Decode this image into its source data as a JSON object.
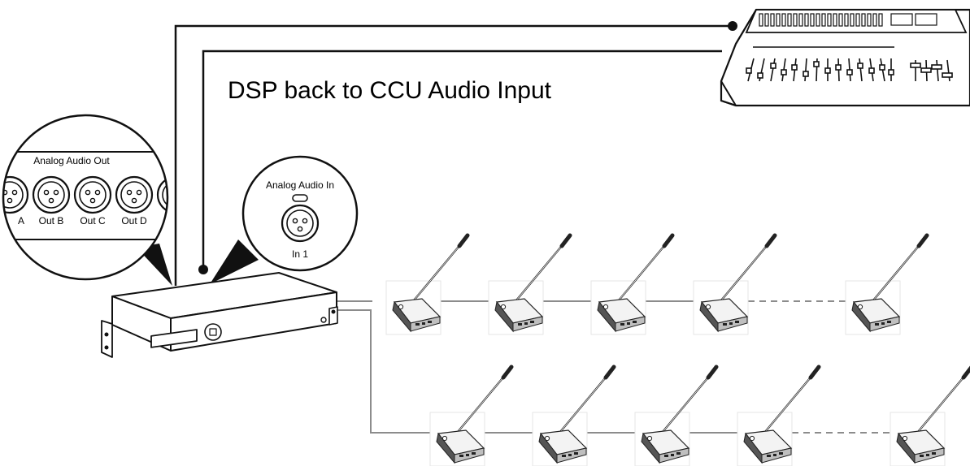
{
  "headline": "DSP back to CCU Audio Input",
  "output_callout": {
    "title": "Analog Audio Out",
    "ports": [
      "A",
      "Out B",
      "Out C",
      "Out D",
      ""
    ]
  },
  "input_callout": {
    "title": "Analog Audio In",
    "port": "In 1"
  },
  "devices": {
    "mixer": "mixing-console",
    "dsp": "dsp-rack-unit",
    "units_row_1": 5,
    "units_row_2": 5
  },
  "colors": {
    "line": "#111111",
    "cable": "#8c8c8c",
    "chassis": "#222222"
  }
}
